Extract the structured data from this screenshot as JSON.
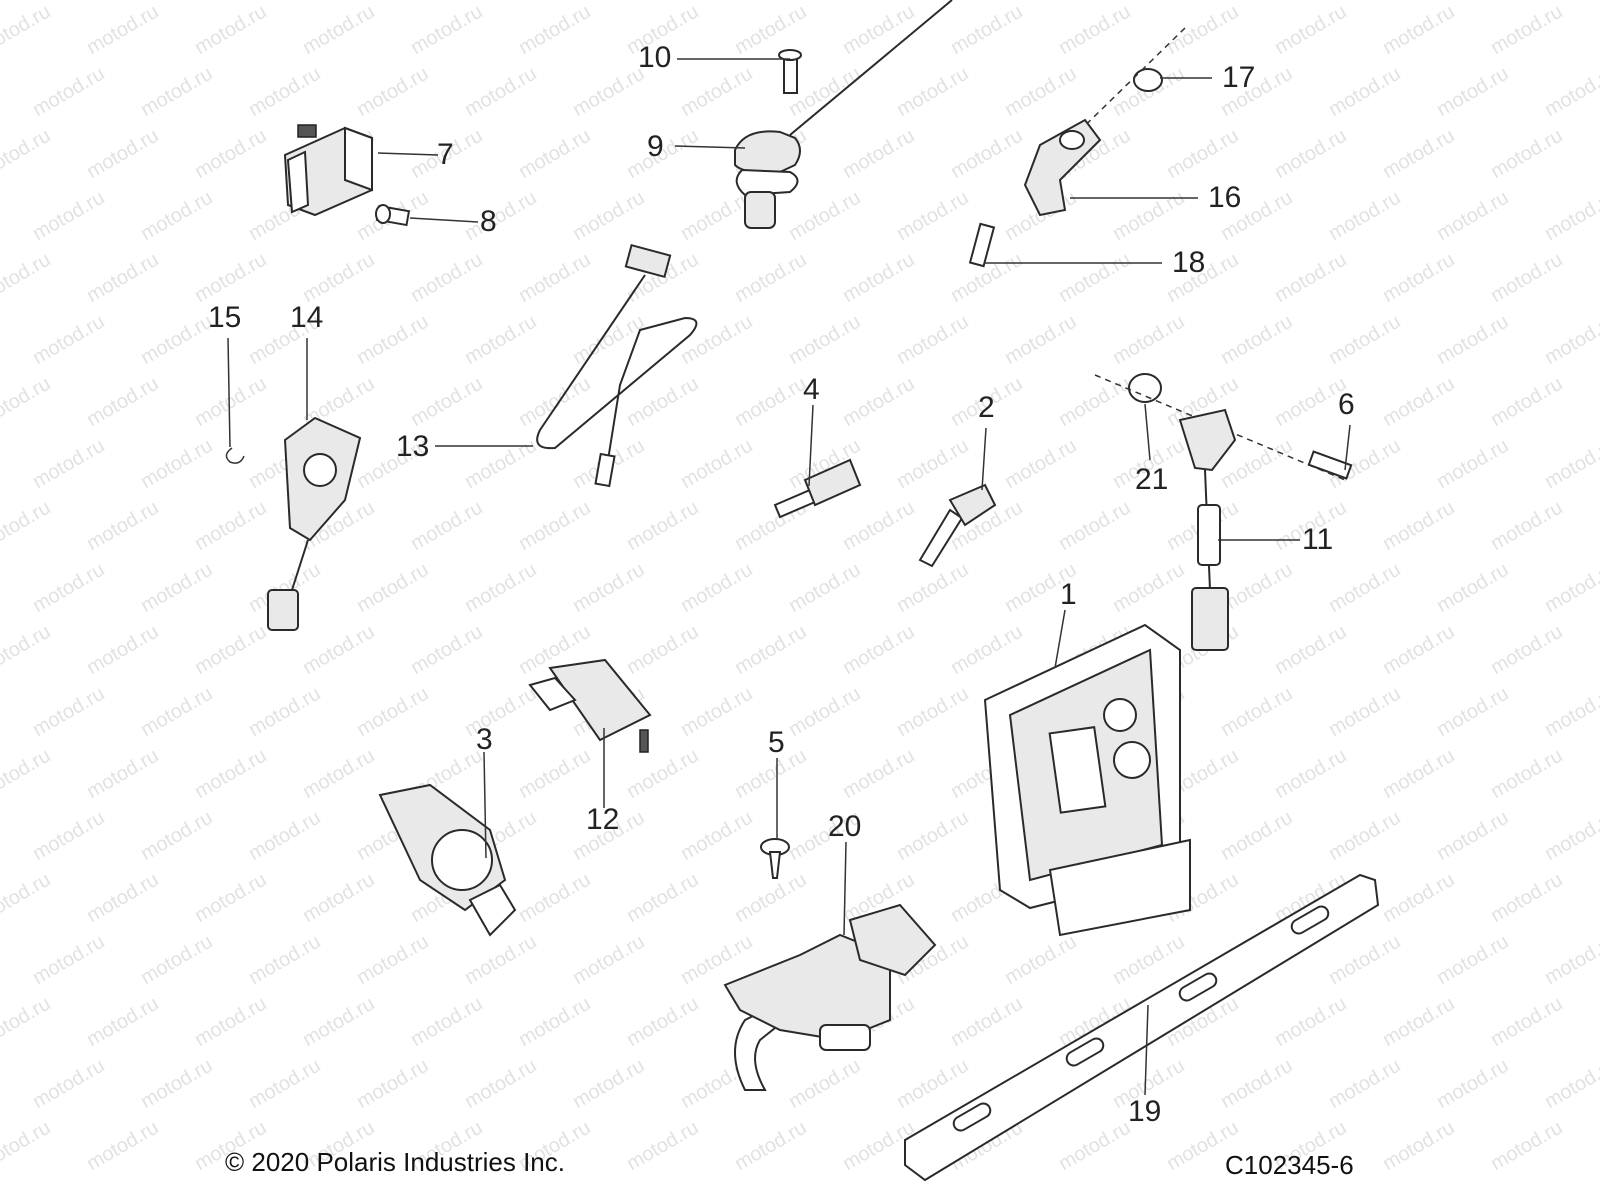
{
  "watermark": "motod.ru",
  "callouts": [
    "1",
    "2",
    "3",
    "4",
    "5",
    "6",
    "7",
    "8",
    "9",
    "10",
    "11",
    "12",
    "13",
    "14",
    "15",
    "16",
    "17",
    "18",
    "19",
    "20",
    "21"
  ],
  "copyright": "© 2020 Polaris Industries Inc.",
  "diagram_code": "C102345-6"
}
